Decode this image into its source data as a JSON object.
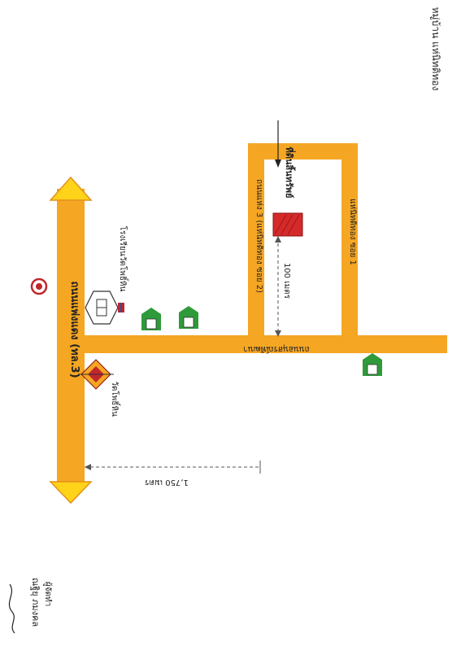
{
  "header": {
    "title": "หมู่บ้าน แห่นิทดิทอง"
  },
  "roads": {
    "main_road": "ถนนแพ่งแดง (ทล.3)",
    "bypass_road": "ถนนอนุสรณ์พัฒนา",
    "soi_left": "ถนนแห่ง 3 (แห่นิทดิทอง ซอย 2)",
    "soi_right": "แห่นิทดิทอง ซอย 1"
  },
  "landmarks": {
    "school": "โรงเรียนวัดโพธิ์หิน",
    "temple": "วัดโพธิ์หิน",
    "site": "ที่ดินสิ้นทรัพย์"
  },
  "distances": {
    "main_to_bypass": "1,750 เมตร",
    "soi_offset": "100 เมตร"
  },
  "signature": {
    "name": "ณฐิยุ ภมงคล",
    "note": "ผู้จัดทำ"
  },
  "colors": {
    "road": "#f5a623",
    "road_edge": "#e3901a",
    "arrow_yellow": "#ffd31a",
    "site_red": "#d42a2a",
    "house_green": "#2e9a3a",
    "dist_line": "#555555"
  },
  "icons": [
    "gas-station-icon",
    "school-icon",
    "temple-icon",
    "house-icon"
  ]
}
